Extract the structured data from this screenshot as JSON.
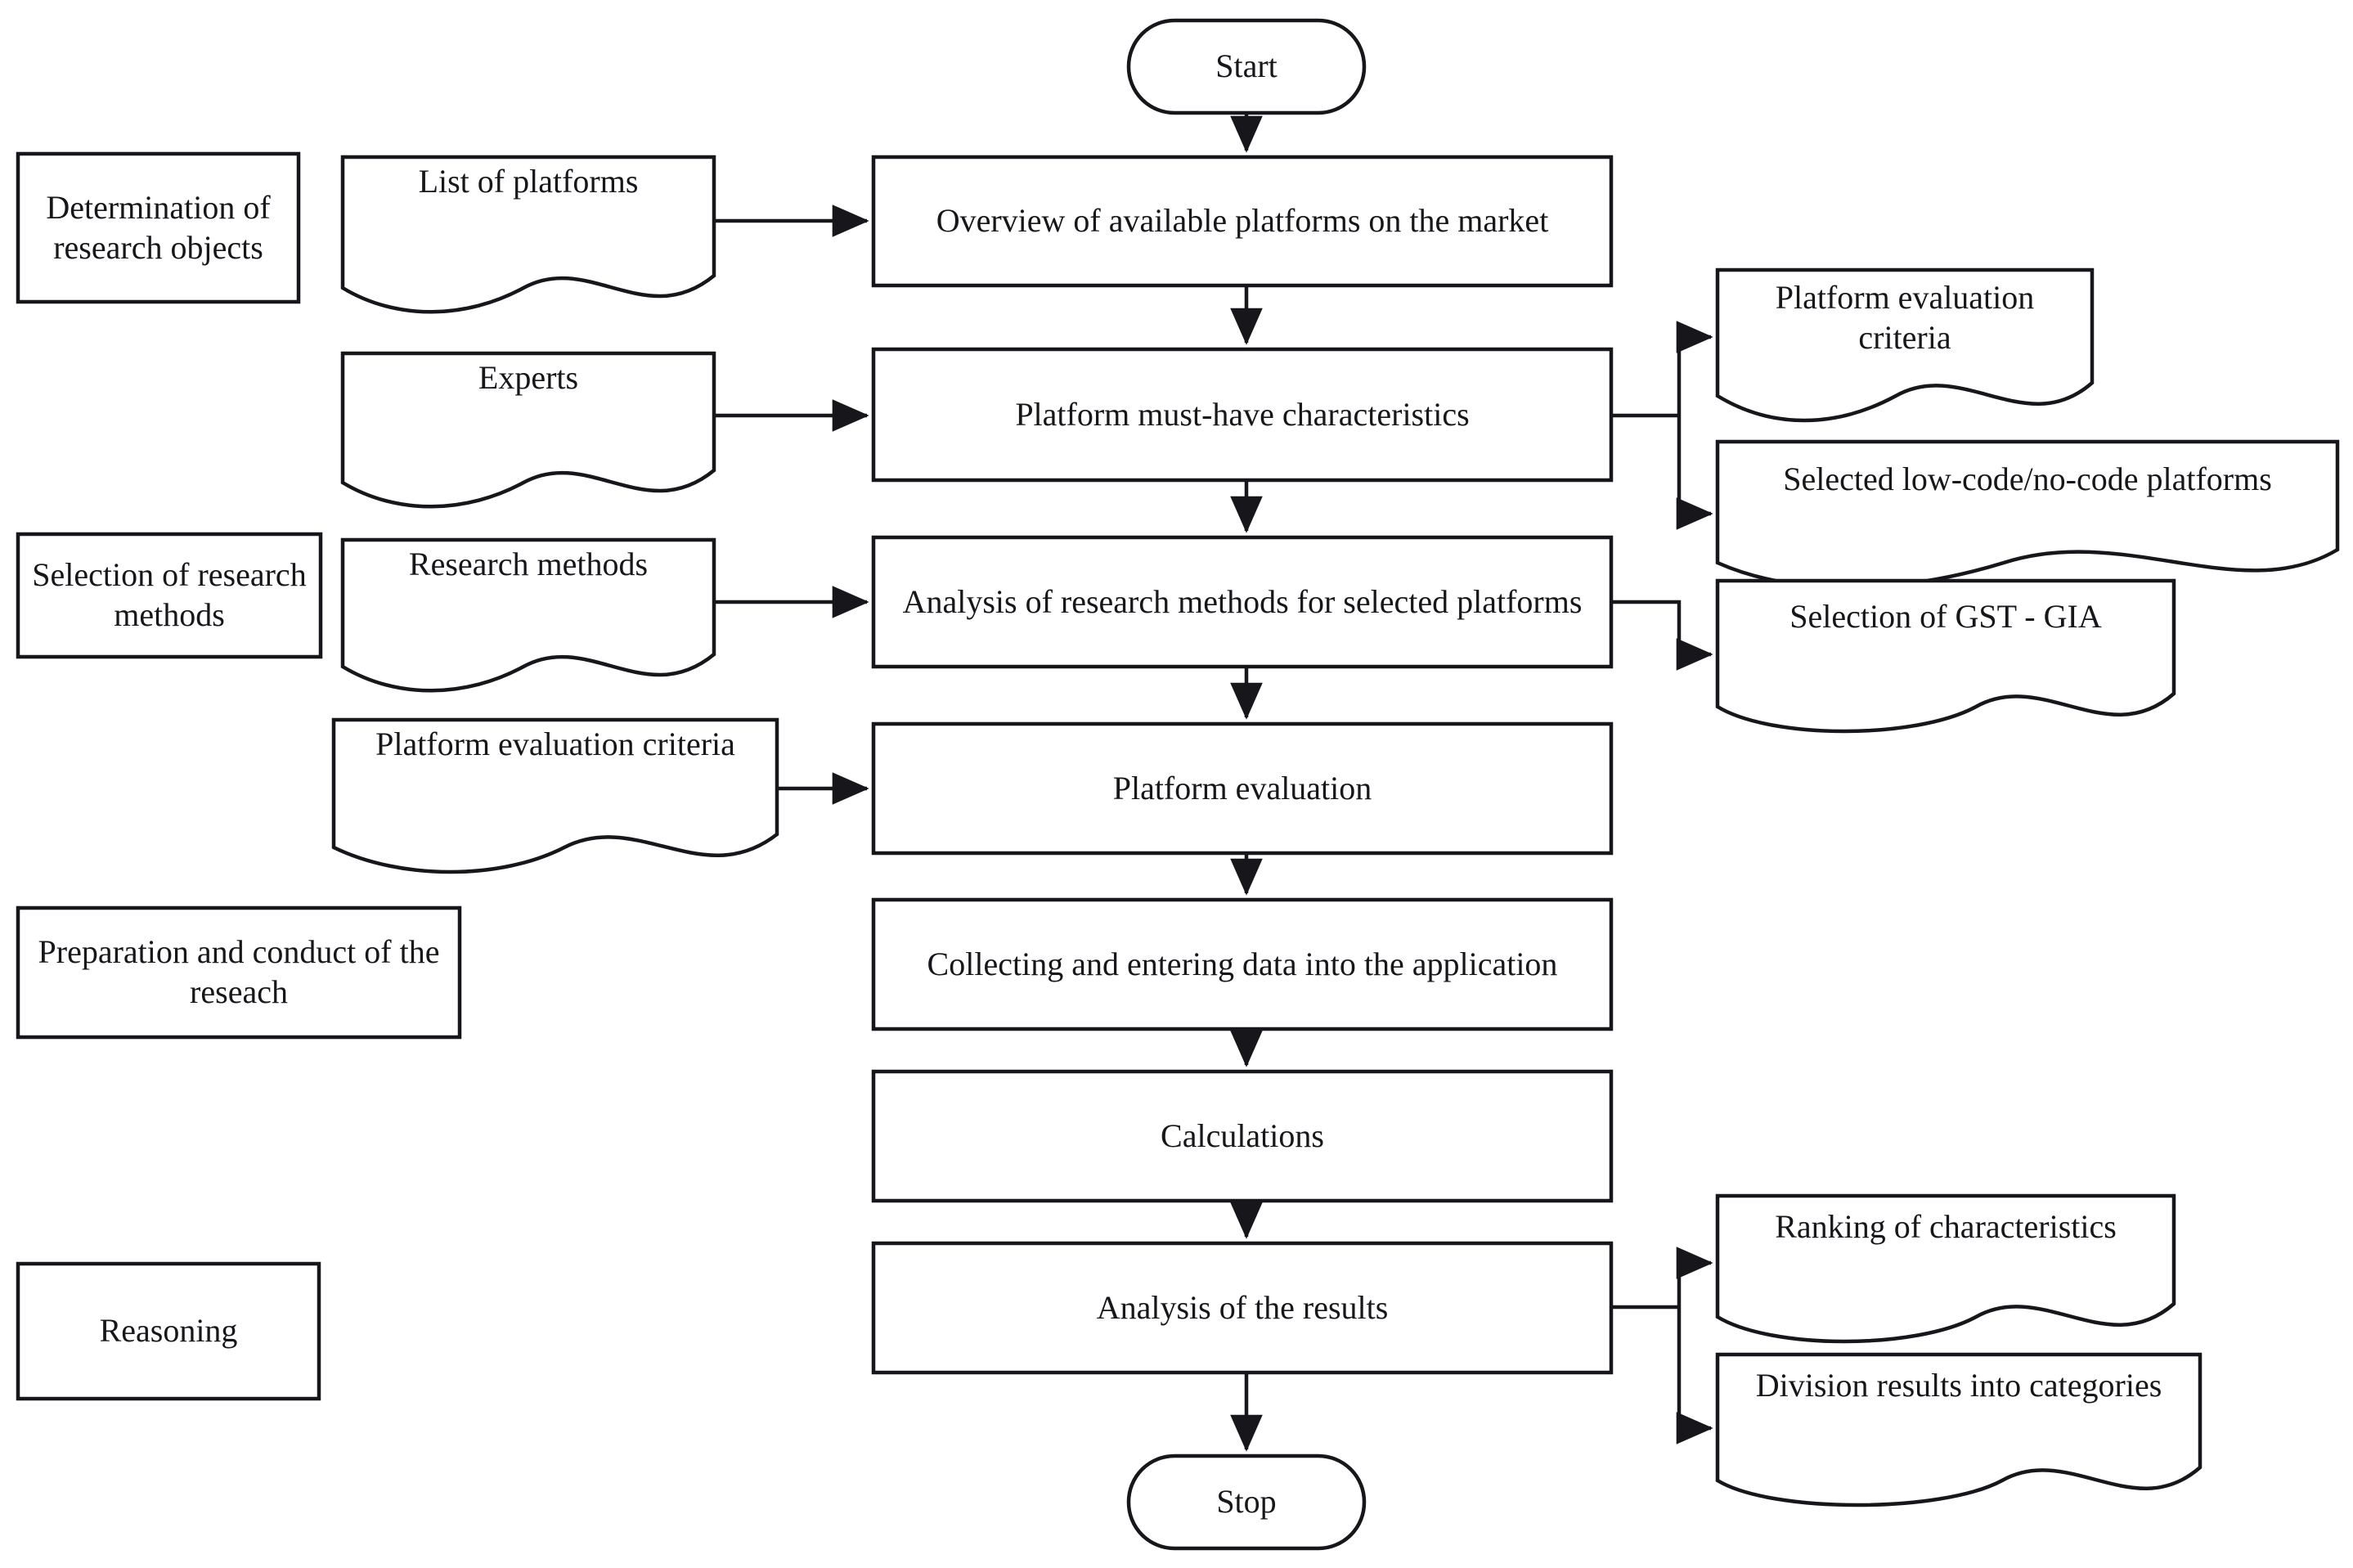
{
  "diagram": {
    "title": "Research methodology flowchart",
    "type": "flowchart",
    "stroke_color": "#17171b",
    "fill_color": "#ffffff",
    "text_color": "#17171b"
  },
  "terminators": {
    "start": "Start",
    "stop": "Stop"
  },
  "stage_labels": [
    {
      "id": "stage-determination",
      "text": "Determination of research objects"
    },
    {
      "id": "stage-selection-methods",
      "text": "Selection of research methods"
    },
    {
      "id": "stage-preparation",
      "text": "Preparation and conduct of the reseach"
    },
    {
      "id": "stage-reasoning",
      "text": "Reasoning"
    }
  ],
  "inputs": [
    {
      "id": "input-list-of-platforms",
      "text": "List of platforms"
    },
    {
      "id": "input-experts",
      "text": "Experts"
    },
    {
      "id": "input-research-methods",
      "text": "Research methods"
    },
    {
      "id": "input-platform-evaluation-criteria",
      "text": "Platform evaluation criteria"
    }
  ],
  "process_steps": [
    {
      "id": "step-overview",
      "text": "Overview of available platforms on the market"
    },
    {
      "id": "step-must-have",
      "text": "Platform must-have characteristics"
    },
    {
      "id": "step-analysis-methods",
      "text": "Analysis of research methods for selected platforms"
    },
    {
      "id": "step-platform-evaluation",
      "text": "Platform evaluation"
    },
    {
      "id": "step-collecting-data",
      "text": "Collecting and entering data into the application"
    },
    {
      "id": "step-calculations",
      "text": "Calculations"
    },
    {
      "id": "step-analysis-results",
      "text": "Analysis of the results"
    }
  ],
  "outputs": [
    {
      "id": "output-platform-evaluation-criteria",
      "text": "Platform evaluation criteria"
    },
    {
      "id": "output-selected-platforms",
      "text": "Selected low-code/no-code platforms"
    },
    {
      "id": "output-selection-gst-gia",
      "text": "Selection of  GST - GIA"
    },
    {
      "id": "output-ranking",
      "text": "Ranking of characteristics"
    },
    {
      "id": "output-division-categories",
      "text": "Division results into categories"
    }
  ]
}
